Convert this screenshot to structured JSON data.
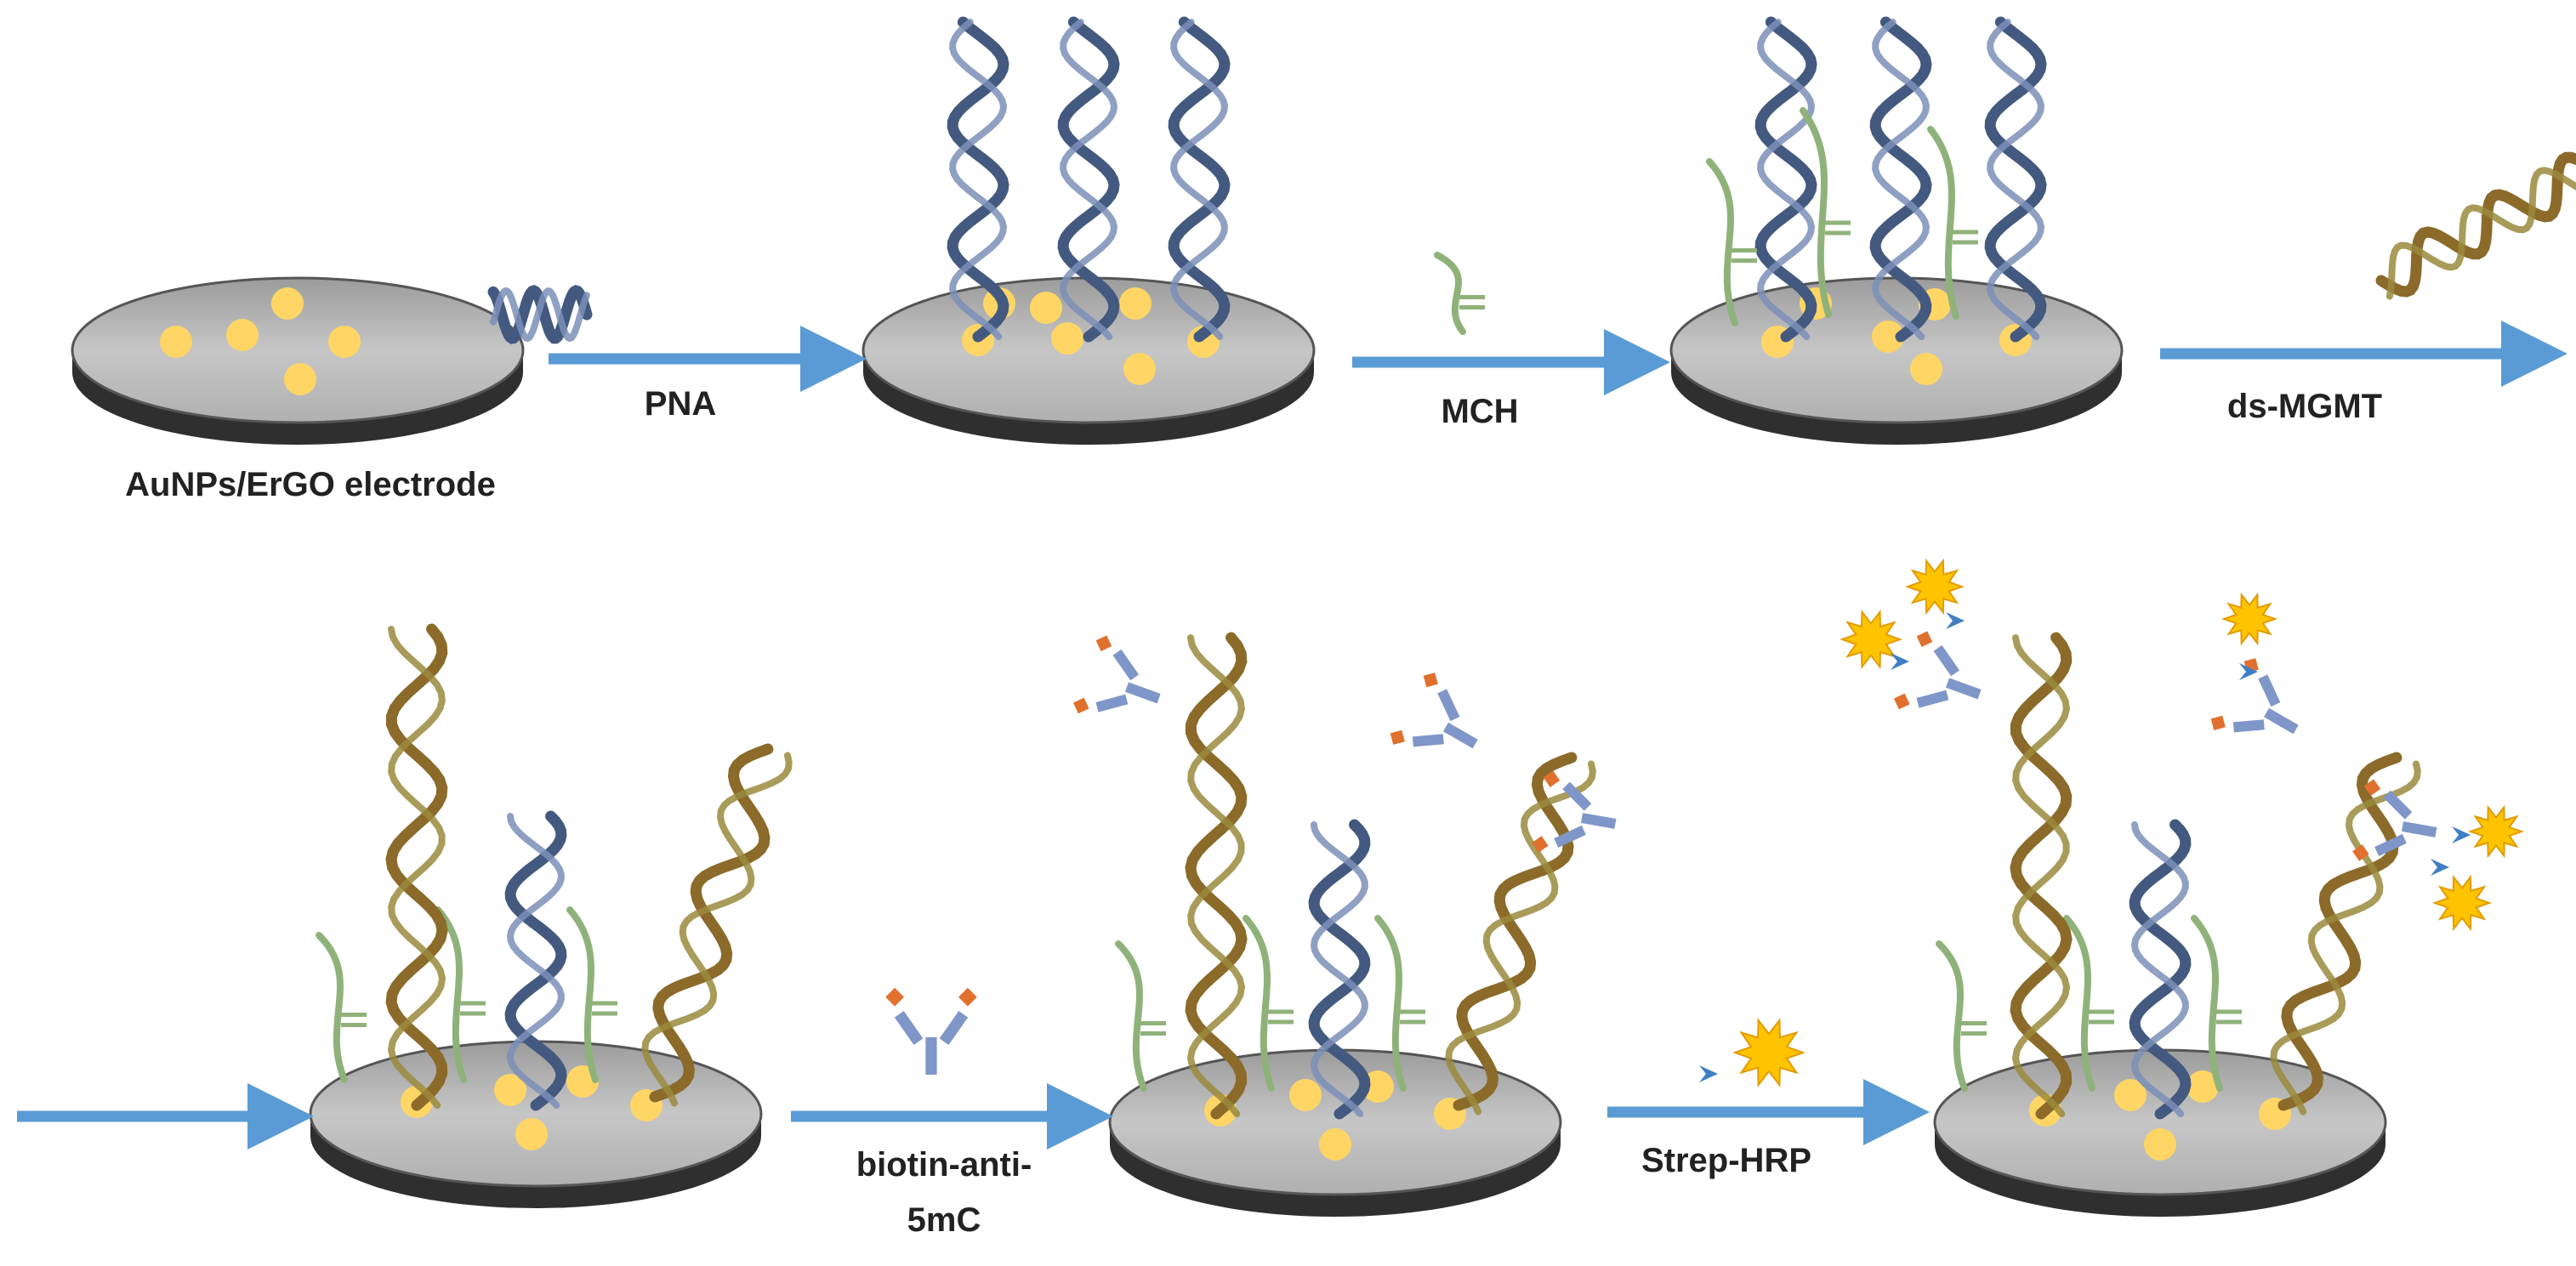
{
  "labels": {
    "electrode": "AuNPs/ErGO electrode",
    "pna": "PNA",
    "mch": "MCH",
    "ds_mgmt": "ds-MGMT",
    "biotin_line1": "biotin-anti-",
    "biotin_line2": "5mC",
    "strep_hrp": "Strep-HRP"
  },
  "colors": {
    "disk_top": "#b3b3b3",
    "disk_side": "#2f2f2f",
    "gold_dot": "#ffd666",
    "arrow": "#5b9bd5",
    "pna_strand": "#44597f",
    "mch_strand": "#8fb27a",
    "target_dna_a": "#8b6a2a",
    "target_dna_b": "#9a8a3c",
    "antibody": "#7f96c8",
    "biotin": "#e0702e",
    "hrp_star": "#ffc400",
    "streptavidin": "#3f7fc4"
  },
  "steps": [
    {
      "id": "bare-electrode",
      "stage": 0
    },
    {
      "id": "pna-immobilized",
      "stage": 1
    },
    {
      "id": "mch-blocked",
      "stage": 2
    },
    {
      "id": "hybridized",
      "stage": 3
    },
    {
      "id": "antibody-bound",
      "stage": 4
    },
    {
      "id": "hrp-labeled",
      "stage": 5
    }
  ]
}
